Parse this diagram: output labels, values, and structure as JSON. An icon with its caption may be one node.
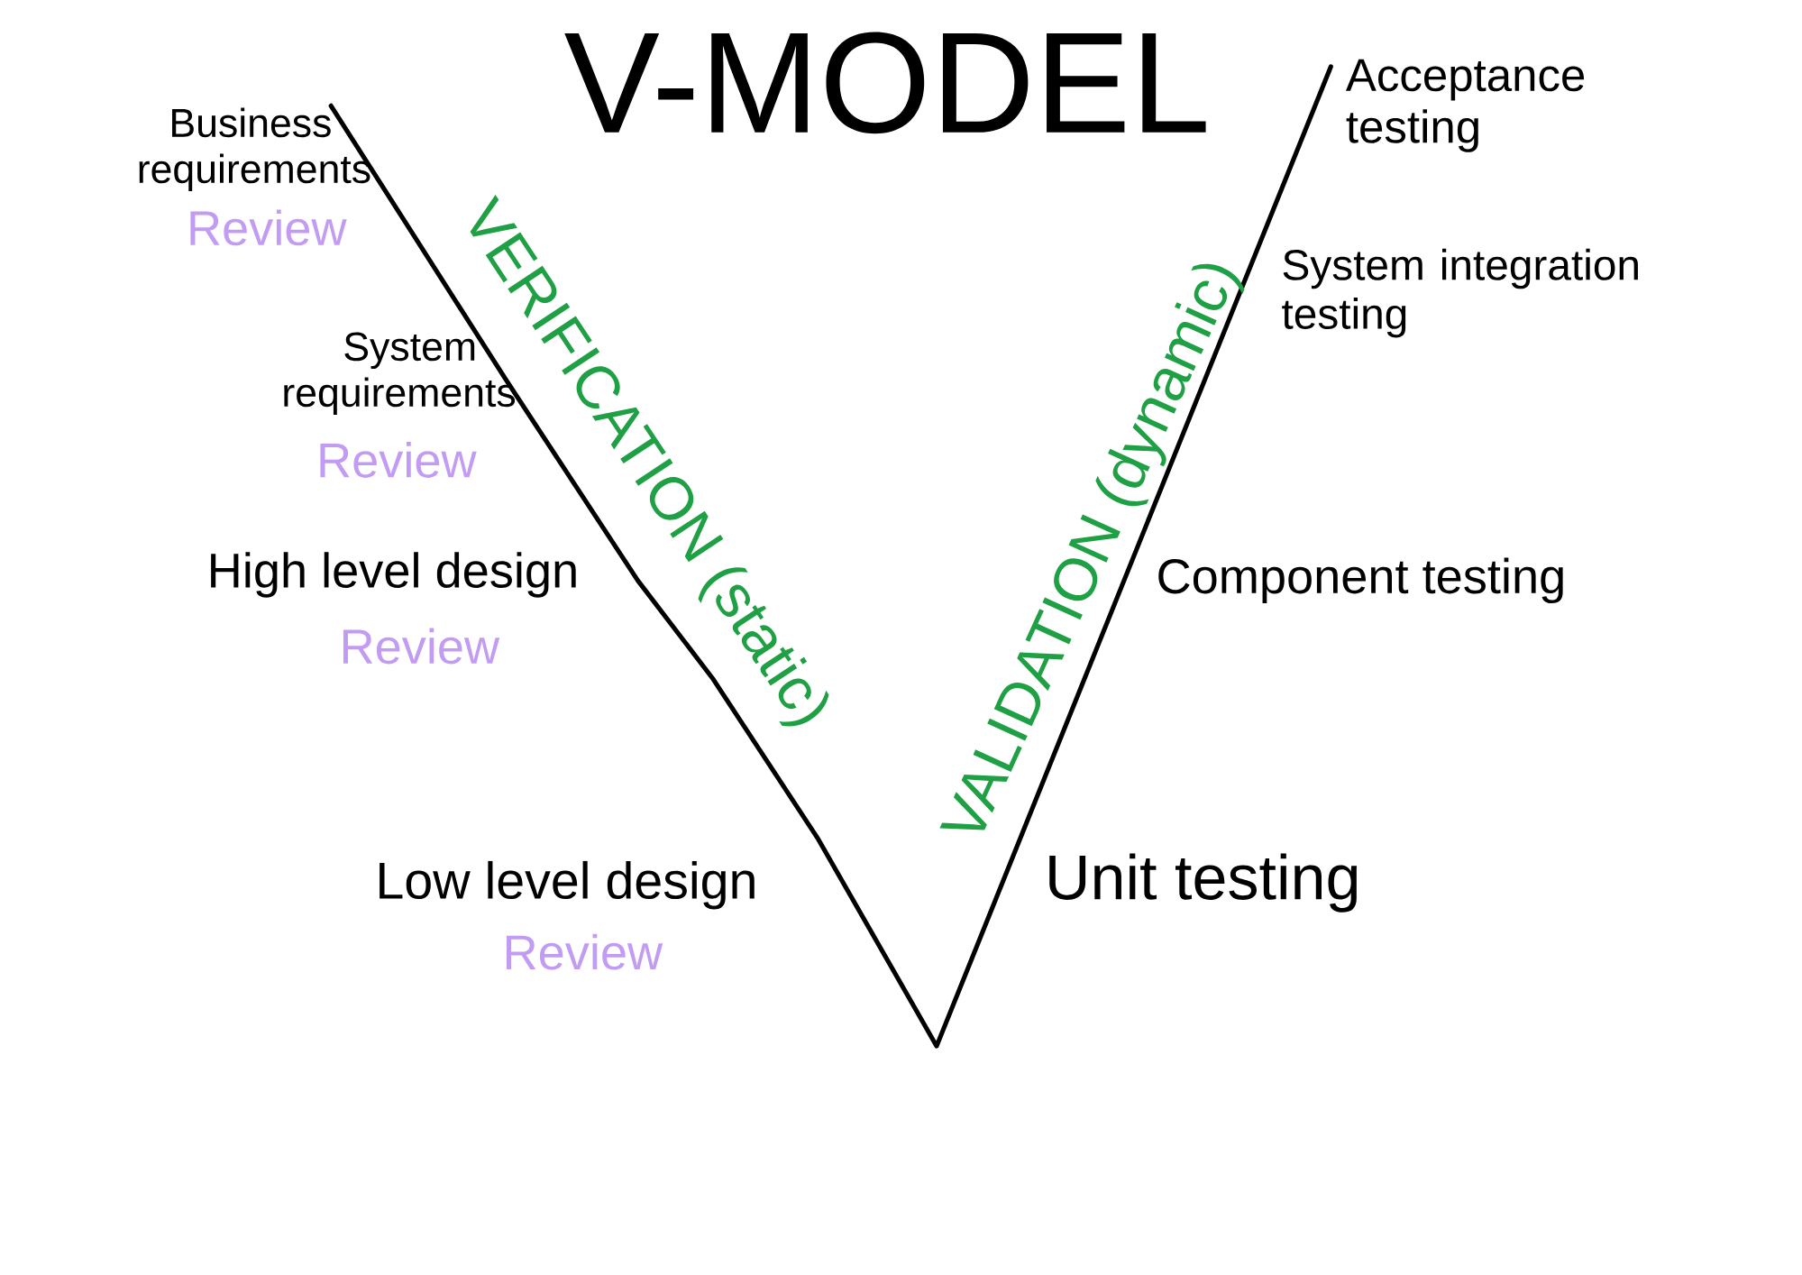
{
  "diagram": {
    "title": "V-MODEL",
    "labels": [
      "Business requirements",
      "Review",
      "VERIFICATION (static)",
      "Acceptance testing",
      "System integration testing",
      "VALIDATION (dynamic)",
      "System requirements",
      "Review",
      "High level design",
      "Review",
      "Component testing",
      "Low level design",
      "Review",
      "Unit testing"
    ]
  }
}
